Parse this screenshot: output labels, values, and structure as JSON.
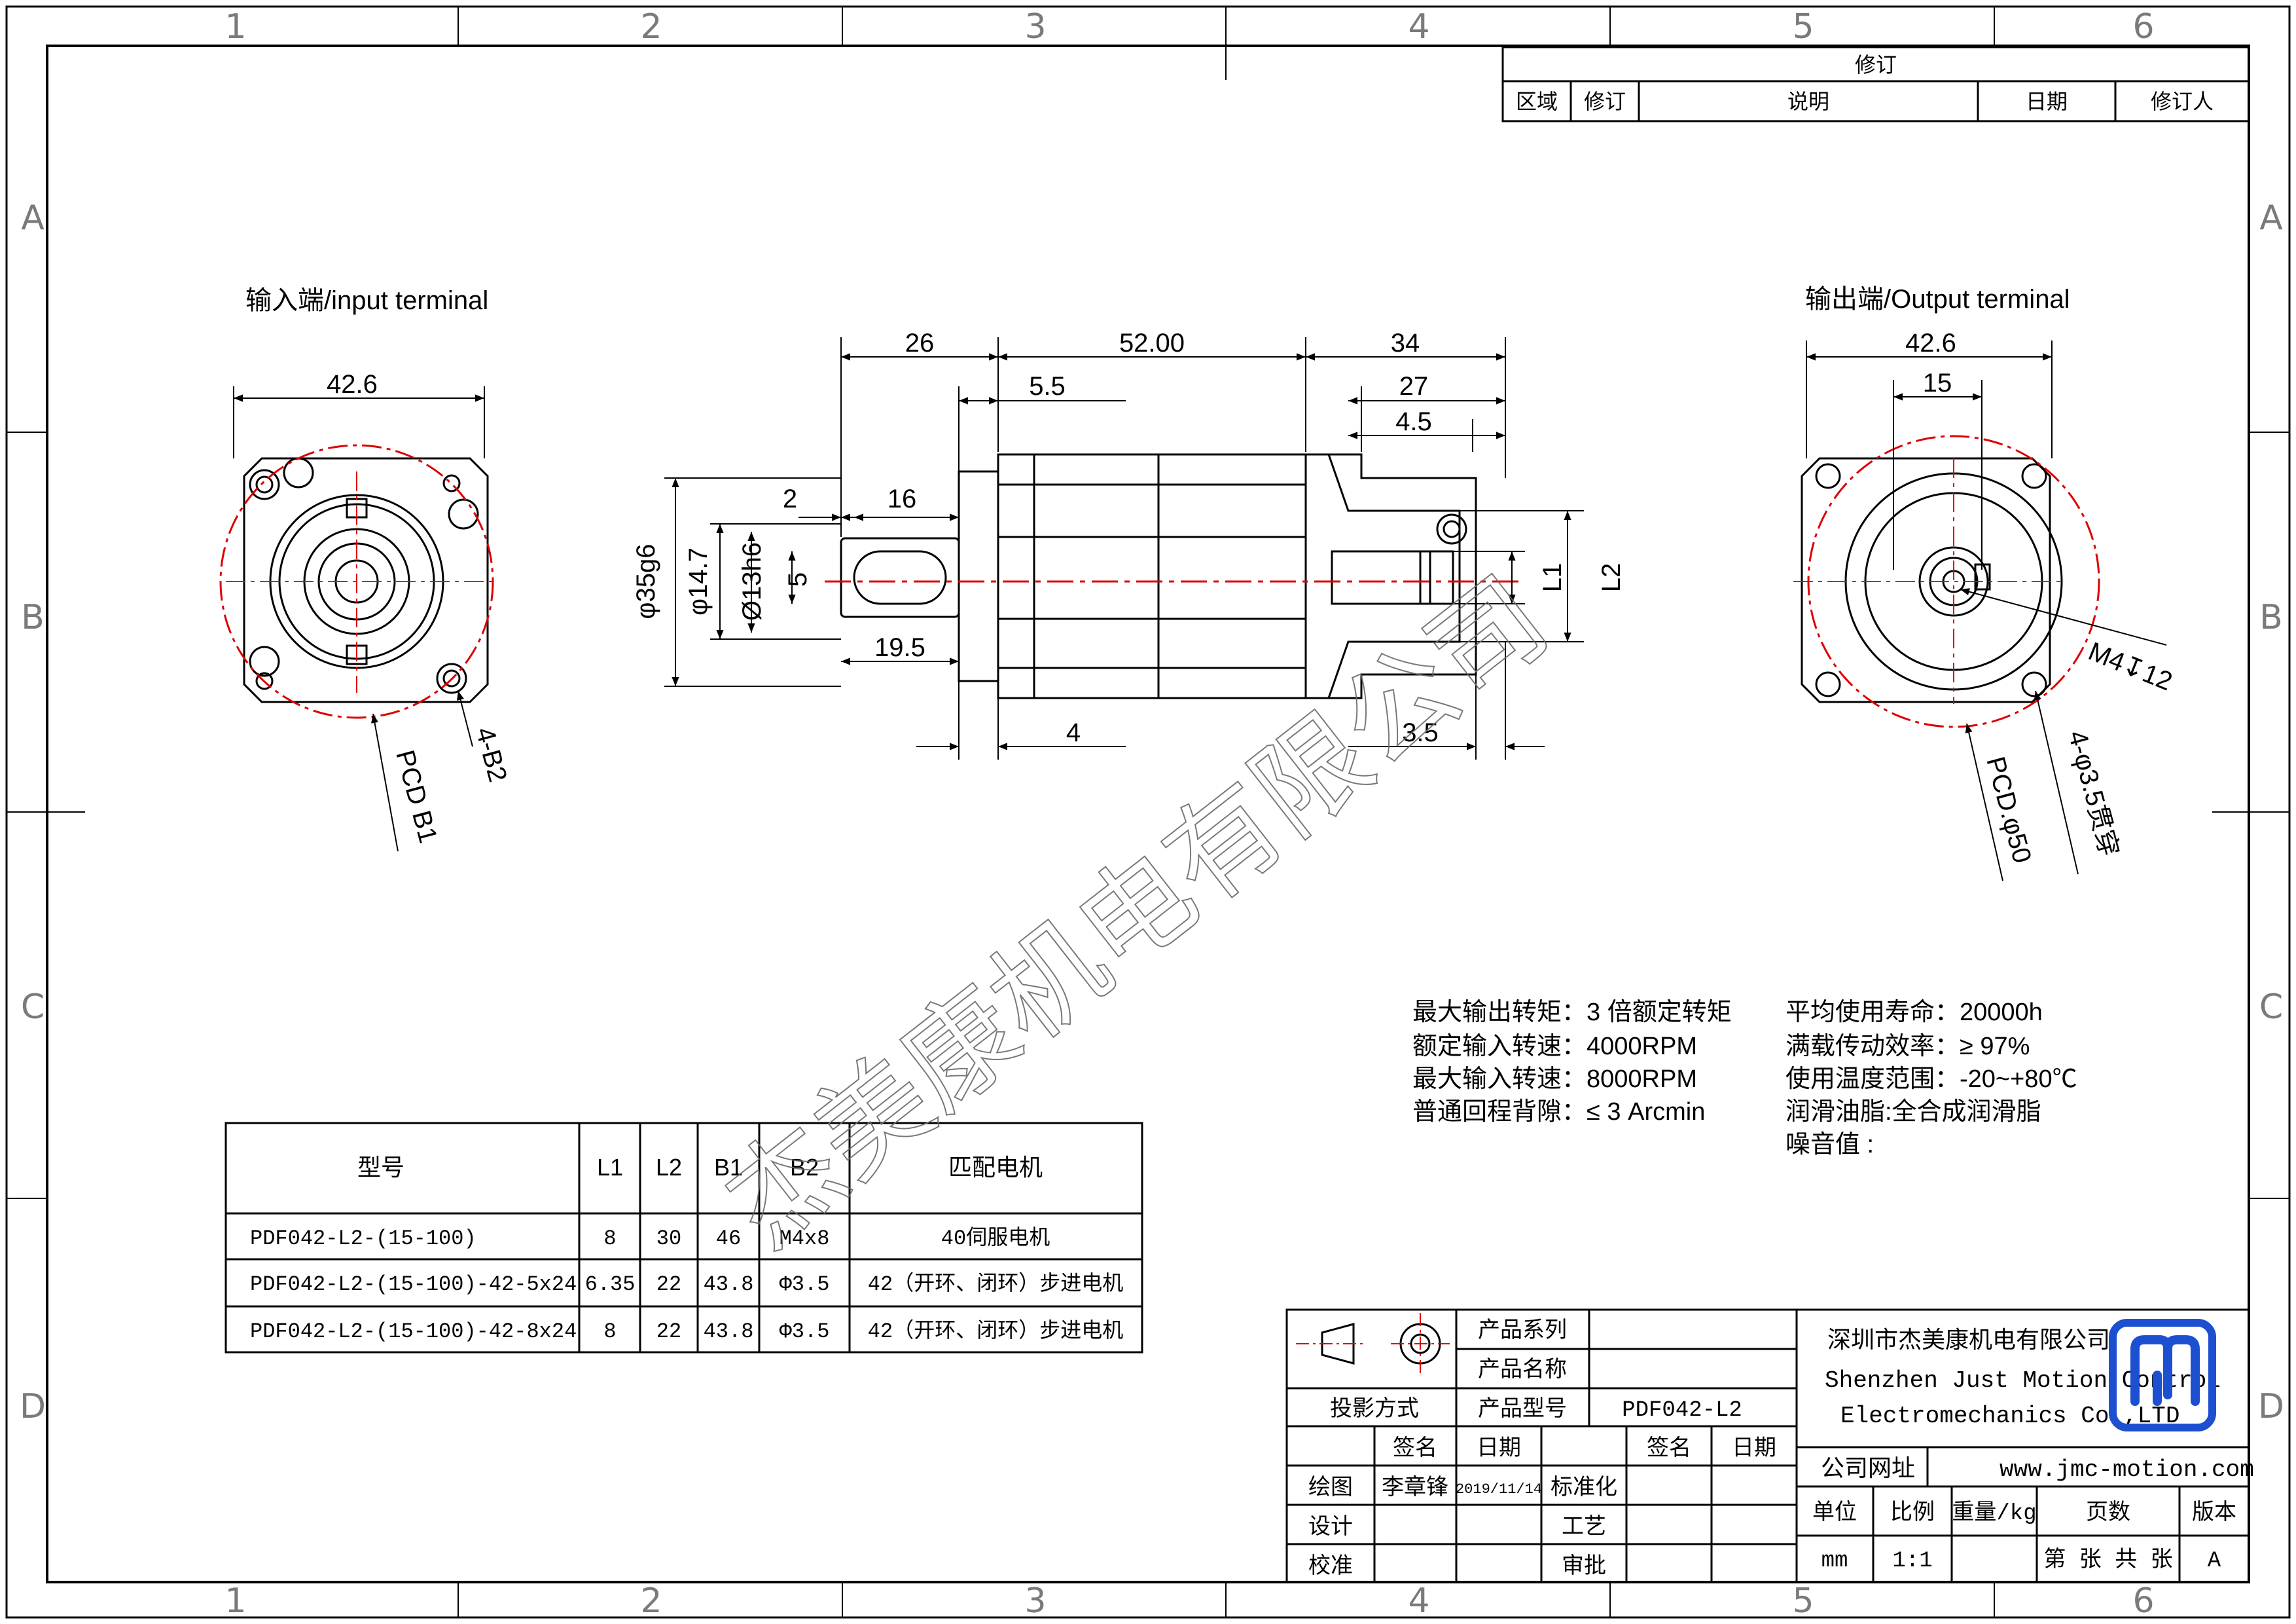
{
  "frame": {
    "col_labels": [
      "1",
      "2",
      "3",
      "4",
      "5",
      "6"
    ],
    "row_labels": [
      "A",
      "B",
      "C",
      "D"
    ]
  },
  "revision_table": {
    "title": "修订",
    "headers": [
      "区域",
      "修订",
      "说明",
      "日期",
      "修订人"
    ]
  },
  "views": {
    "input": {
      "title": "输入端/input terminal",
      "dims": {
        "width": "42.6",
        "pcd": "PCD B1",
        "holes": "4-B2"
      }
    },
    "side": {
      "top_dims": [
        "26",
        "52.00",
        "34"
      ],
      "second_dims": [
        "5.5",
        "27",
        "4.5"
      ],
      "left_dims": [
        "2",
        "16",
        "19.5",
        "5"
      ],
      "vertical_dims": [
        "φ35g6",
        "φ14.7",
        "Ø13h6"
      ],
      "right_dims": [
        "L1",
        "L2"
      ],
      "bottom_dims": [
        "4",
        "3.5"
      ]
    },
    "output": {
      "title": "输出端/Output terminal",
      "dims": {
        "width": "42.6",
        "inner": "15",
        "thread": "M4↧12",
        "holes": "4-φ3.5贯穿",
        "pcd": "PCD.φ50"
      }
    }
  },
  "specs": {
    "left": [
      "最大输出转矩：3 倍额定转矩",
      "额定输入转速：4000RPM",
      "最大输入转速：8000RPM",
      "普通回程背隙：≤ 3 Arcmin"
    ],
    "right": [
      "平均使用寿命：20000h",
      "满载传动效率：≥   97%",
      "使用温度范围：-20~+80℃",
      "润滑油脂:全合成润滑脂",
      "噪音值          :"
    ]
  },
  "model_table": {
    "headers": [
      "型号",
      "L1",
      "L2",
      "B1",
      "B2",
      "匹配电机"
    ],
    "rows": [
      [
        "PDF042-L2-(15-100)",
        "8",
        "30",
        "46",
        "M4x8",
        "40伺服电机"
      ],
      [
        "PDF042-L2-(15-100)-42-5x24",
        "6.35",
        "22",
        "43.8",
        "Φ3.5",
        "42（开环、闭环）步进电机"
      ],
      [
        "PDF042-L2-(15-100)-42-8x24",
        "8",
        "22",
        "43.8",
        "Φ3.5",
        "42（开环、闭环）步进电机"
      ]
    ]
  },
  "watermark": "杰美康机电有限公司",
  "title_block": {
    "projection_label": "投影方式",
    "product_series_label": "产品系列",
    "product_name_label": "产品名称",
    "product_model_label": "产品型号",
    "product_model_value": "PDF042-L2",
    "sign_label": "签名",
    "date_label": "日期",
    "standard_label": "标准化",
    "draw_label": "绘图",
    "drawer_name": "李章锋",
    "draw_date": "2019/11/14",
    "design_label": "设计",
    "process_label": "工艺",
    "check_label": "校准",
    "approve_label": "审批",
    "company_cn": "深圳市杰美康机电有限公司",
    "company_en_1": "Shenzhen Just Motion Control",
    "company_en_2": "Electromechanics Co.,LTD",
    "website_label": "公司网址",
    "website": "www.jmc-motion.com",
    "unit_label": "单位",
    "unit_value": "mm",
    "scale_label": "比例",
    "scale_value": "1:1",
    "weight_label": "重量/kg",
    "pages_label": "页数",
    "pages_value": "第 张 共 张",
    "version_label": "版本",
    "version_value": "A",
    "logo_colors": {
      "primary": "#1d4fd1"
    }
  }
}
